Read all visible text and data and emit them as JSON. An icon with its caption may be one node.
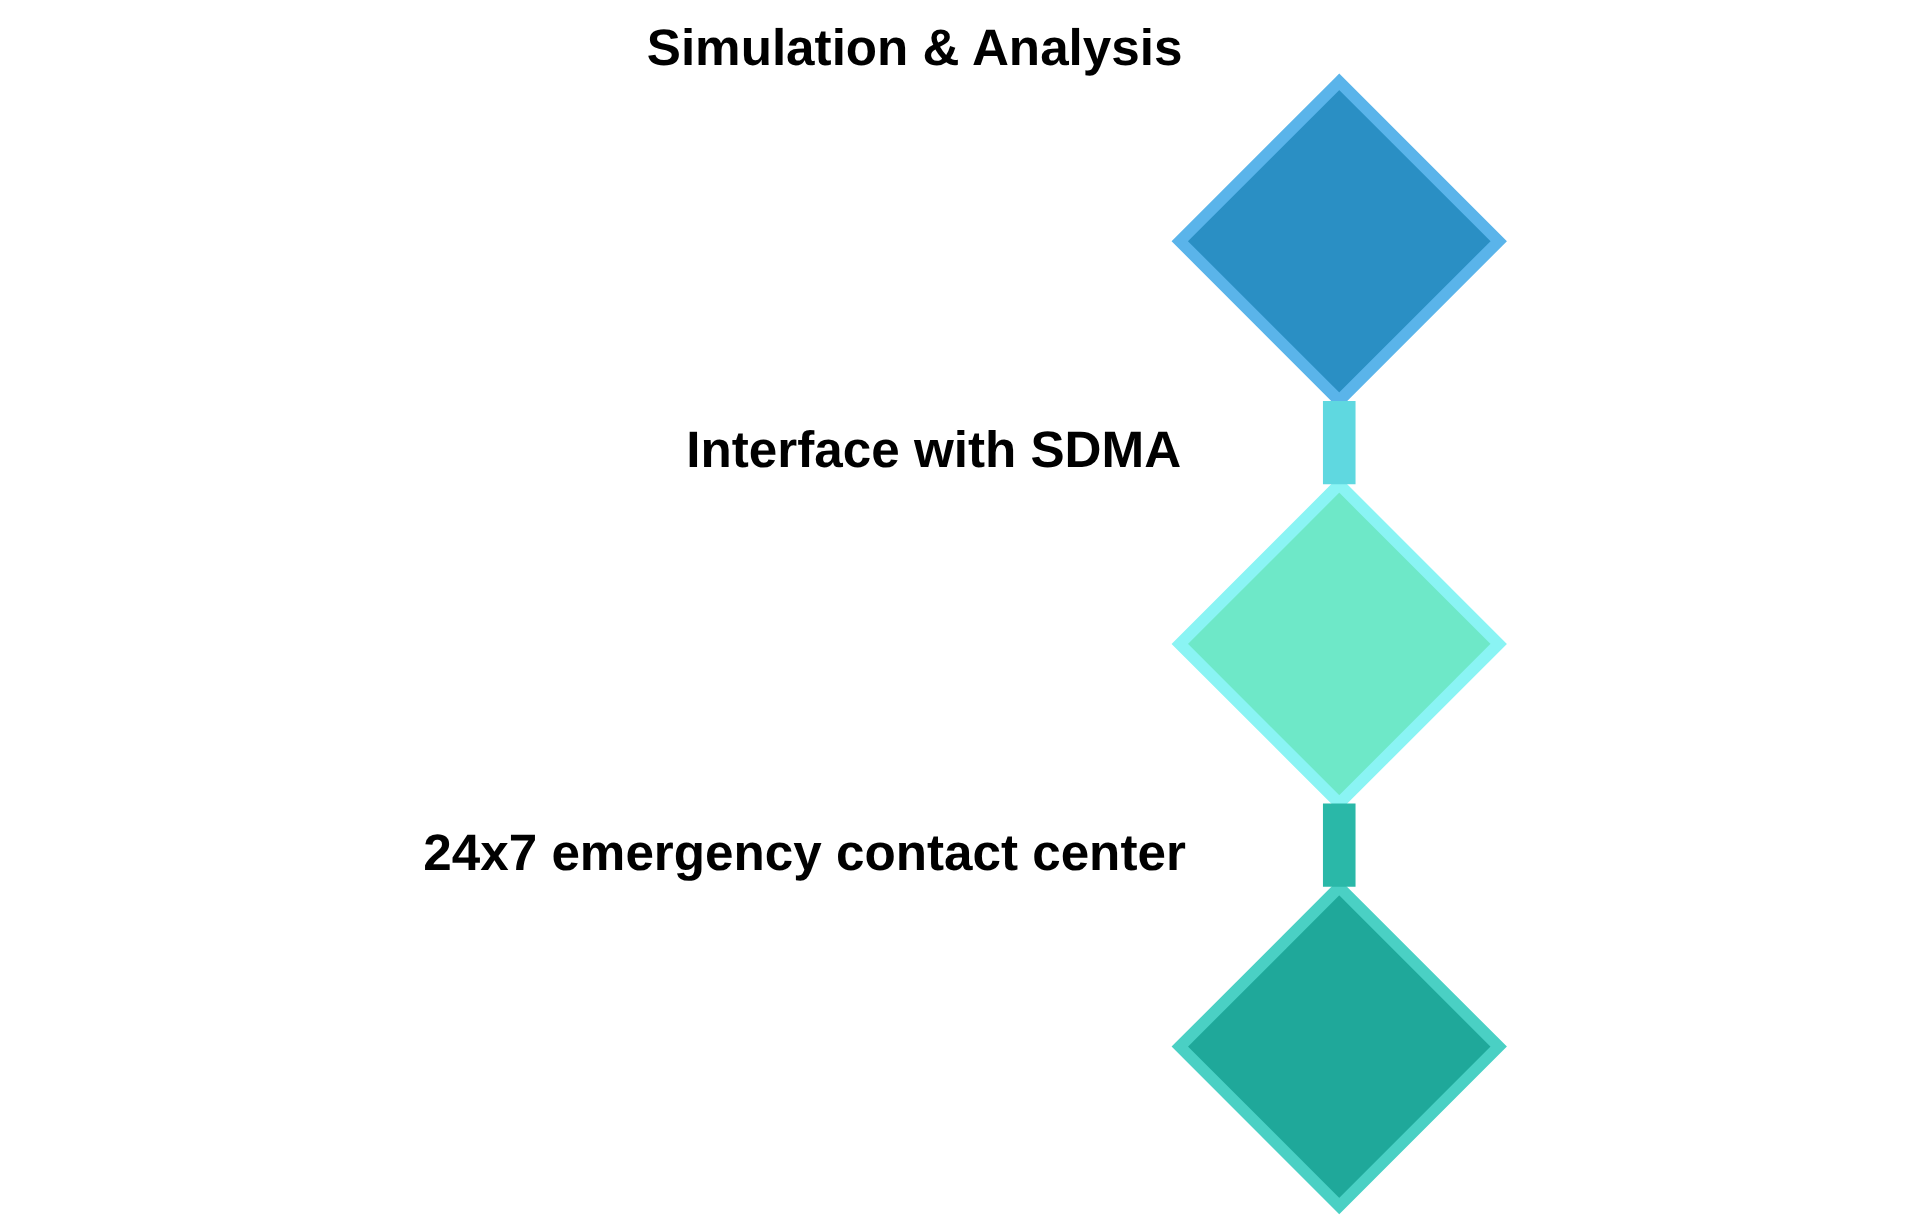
{
  "diagram": {
    "nodes": [
      {
        "text": [],
        "shape": "diamond",
        "beside": [
          "Simulation & Analysis"
        ]
      },
      {
        "text": [],
        "shape": "diamond",
        "beside": [
          "Interface with SDMA"
        ]
      },
      {
        "text": [],
        "shape": "diamond",
        "beside": [
          "24x7 emergency contact center"
        ]
      }
    ],
    "edges": [
      {
        "from": 0,
        "to": 1,
        "arrow": "none",
        "color": "#5fd8e0"
      },
      {
        "from": 1,
        "to": 2,
        "arrow": "none",
        "color": "#2ab8a8"
      }
    ]
  }
}
